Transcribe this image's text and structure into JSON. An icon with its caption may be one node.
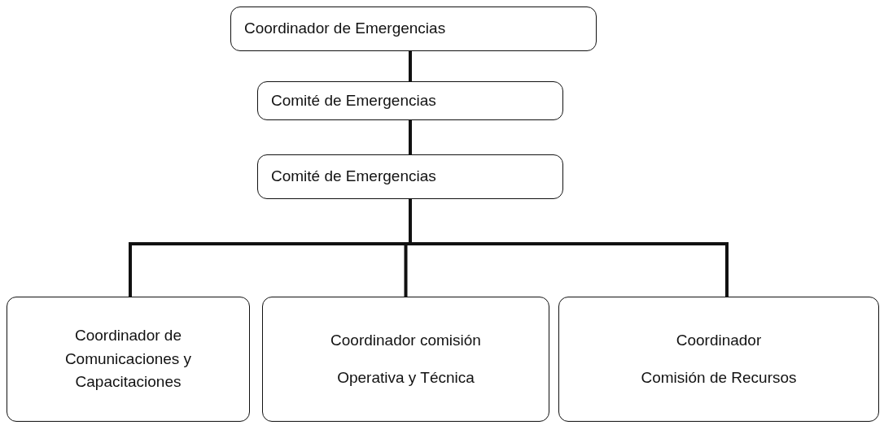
{
  "diagram": {
    "nodes": [
      {
        "text": [
          "Coordinador de Emergencias"
        ]
      },
      {
        "text": [
          "Comité de Emergencias"
        ]
      },
      {
        "text": [
          "Comité de Emergencias"
        ]
      },
      {
        "text": [
          "Coordinador de Comunicaciones y Capacitaciones"
        ]
      },
      {
        "text": [
          "Coordinador comisión",
          "Operativa y Técnica"
        ]
      },
      {
        "text": [
          "Coordinador",
          "Comisión de Recursos"
        ]
      }
    ],
    "edges": [
      {
        "from": 0,
        "to": 1,
        "arrow": "none"
      },
      {
        "from": 1,
        "to": 2,
        "arrow": "none"
      },
      {
        "from": 2,
        "to": 3,
        "arrow": "none"
      },
      {
        "from": 2,
        "to": 4,
        "arrow": "none"
      },
      {
        "from": 2,
        "to": 5,
        "arrow": "none"
      }
    ]
  }
}
